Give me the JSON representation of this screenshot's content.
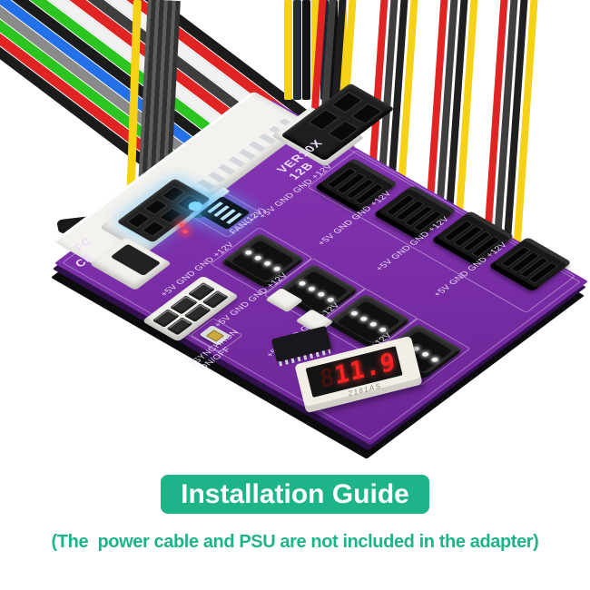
{
  "board": {
    "version_line1": "VER10X",
    "version_line2": "12B",
    "fan_label": "FAN(12V)",
    "sync_line1": "/SYNCHRON",
    "sync_line2": "ON/OFF",
    "fcc_mark": "FC",
    "ce_mark": "CE",
    "plugged_sockets": [
      {
        "label": "+5V GND GND +12V"
      },
      {
        "label": "+5V GND GND +12V"
      },
      {
        "label": "+5V GND GND +12V"
      },
      {
        "label": "+5V GND GND +12V"
      }
    ],
    "empty_sockets": [
      {
        "label": "+5V GND GND +12V"
      },
      {
        "label": "+5V GND GND +12V"
      },
      {
        "label": "+5V GND GND +12V"
      },
      {
        "label": "+5V GND GND +12V"
      }
    ],
    "display": {
      "value": "11.9",
      "ghost": "8.8.8",
      "part_number": "2181AS"
    },
    "colors": {
      "pcb": "#7b2fa8",
      "silkscreen": "#eadcf9",
      "led_blue": "#7fd8ff",
      "led_red": "#ff5560",
      "segment_red": "#ff2222"
    }
  },
  "wires": {
    "colors": {
      "red": "#e02323",
      "yellow": "#f5d216",
      "black": "#1b1b1b",
      "dark_gray": "#3e3e3e",
      "gray": "#8a8a8a",
      "green": "#2bc421",
      "blue": "#2470e8",
      "white": "#f1f1f1"
    }
  },
  "banner": {
    "label": "Installation Guide",
    "background": "#1db489",
    "text_color": "#ffffff"
  },
  "caption": {
    "text": "(The  power cable and PSU are not included in the adapter)",
    "color": "#1db489"
  }
}
